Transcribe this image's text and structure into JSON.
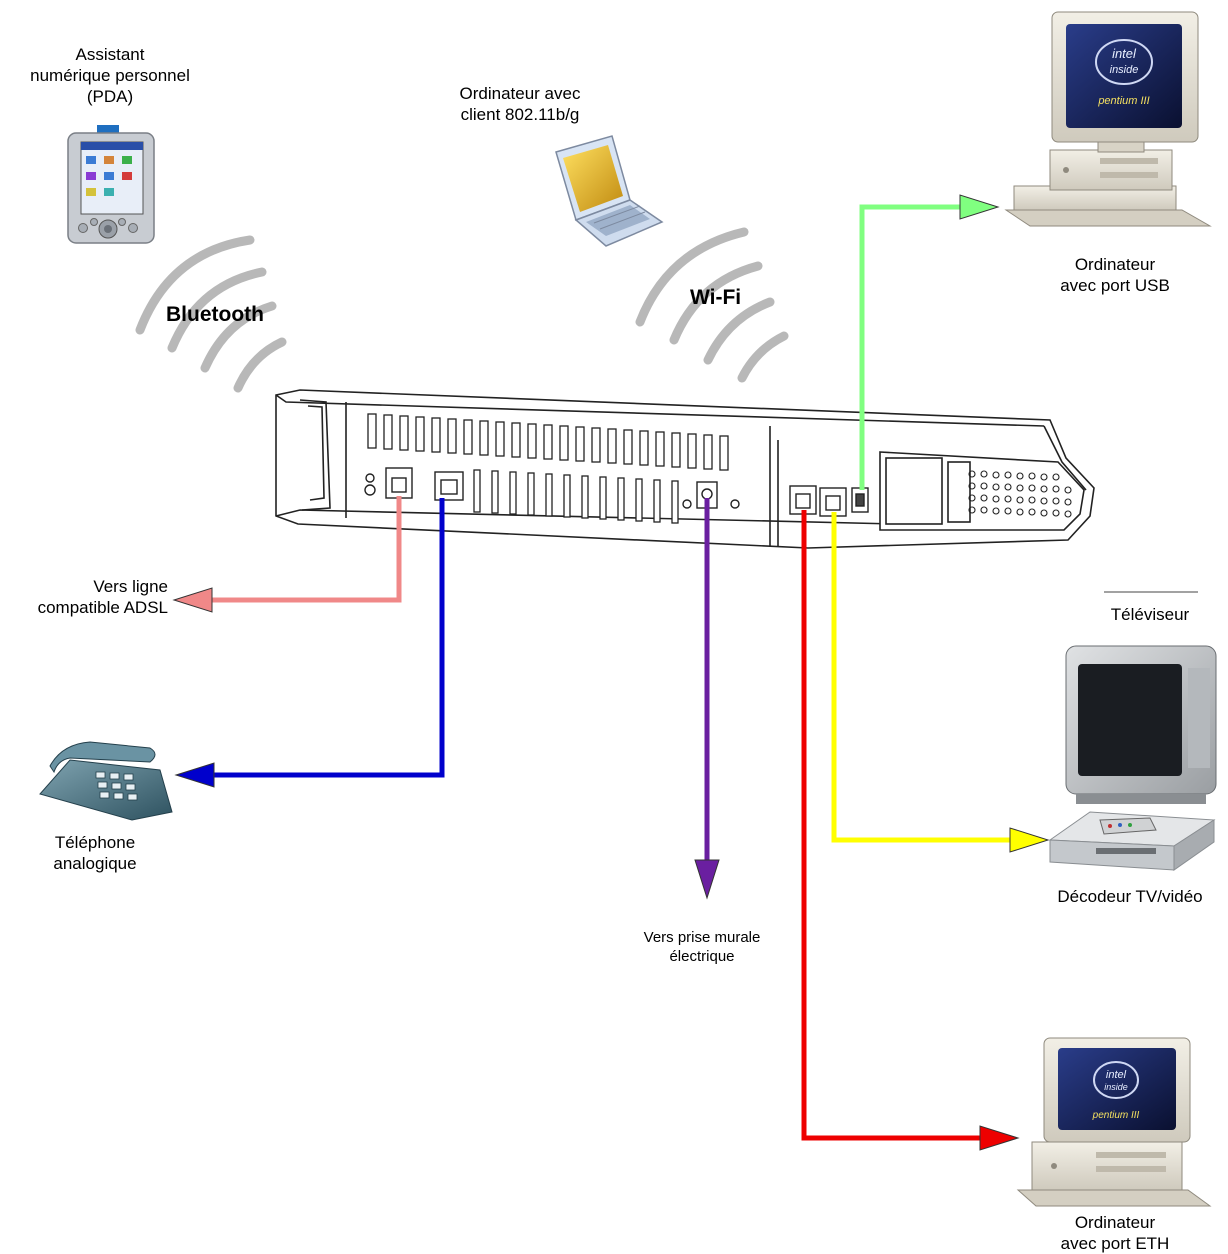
{
  "labels": {
    "pda": [
      "Assistant",
      "numérique personnel",
      "(PDA)"
    ],
    "laptop": [
      "Ordinateur avec",
      "client 802.11b/g"
    ],
    "bluetooth": "Bluetooth",
    "wifi": "Wi-Fi",
    "pc_usb": [
      "Ordinateur",
      "avec port USB"
    ],
    "adsl": [
      "Vers ligne",
      "compatible ADSL"
    ],
    "tv": "Téléviseur",
    "phone": [
      "Téléphone",
      "analogique"
    ],
    "decoder": "Décodeur TV/vidéo",
    "power": [
      "Vers prise murale",
      "électrique"
    ],
    "pc_eth": [
      "Ordinateur",
      "avec port ETH"
    ]
  },
  "screen_texts": {
    "intel_top": "intel",
    "intel_bottom": "inside",
    "pentium": "pentium III"
  },
  "colors": {
    "usb": "#80ff80",
    "adsl": "#f08888",
    "phone": "#0000cc",
    "power": "#6a1fa0",
    "eth": "#ee0000",
    "video": "#ffff00",
    "waves": "#b8b8b8"
  }
}
